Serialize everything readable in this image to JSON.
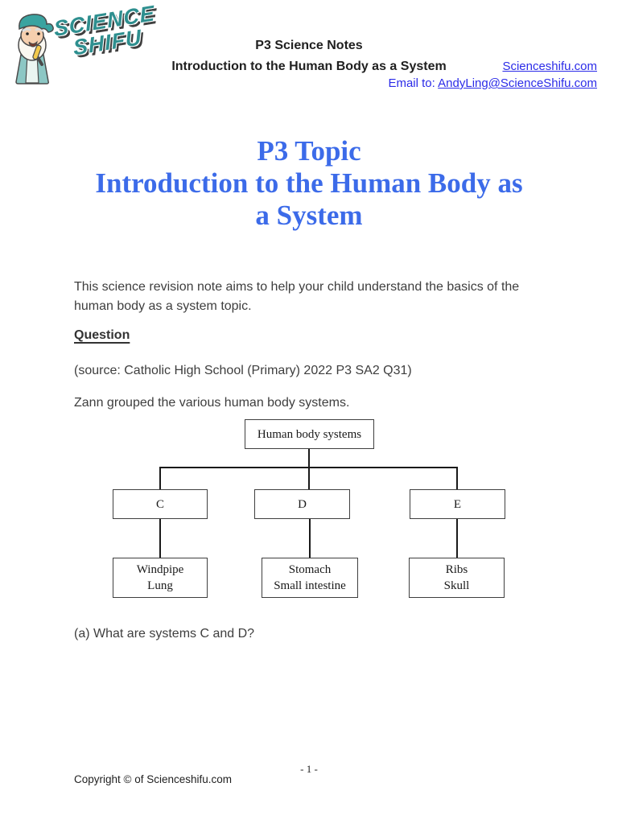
{
  "logo": {
    "brand_line1": "SCIENCE",
    "brand_line2": "SHIFU",
    "teal_color": "#2E8F8F",
    "mascot": "science-shifu-old-man-with-test-tube"
  },
  "header": {
    "title_line1": "P3 Science Notes",
    "title_line2": "Introduction to the Human Body as a System",
    "website_link": "Scienceshifu.com",
    "email_prefix": "Email to: ",
    "email_link": "AndyLing@ScienceShifu.com",
    "link_color": "#2B2BE8"
  },
  "title": {
    "line1": "P3 Topic",
    "line2": "Introduction to the Human Body as",
    "line3": "a System",
    "color": "#3C6BE9"
  },
  "content": {
    "intro_line1": "This science revision note aims to help your child understand the basics of the",
    "intro_line2": "human body as a system topic.",
    "question_heading": "Question",
    "source": "(source: Catholic High School (Primary) 2022 P3 SA2 Q31)",
    "statement": "Zann grouped the various human body systems.",
    "question_a": "(a) What are systems C and D?"
  },
  "diagram": {
    "root_label": "Human body systems",
    "nodes": [
      {
        "label": "C",
        "child_line1": "Windpipe",
        "child_line2": "Lung"
      },
      {
        "label": "D",
        "child_line1": "Stomach",
        "child_line2": "Small intestine"
      },
      {
        "label": "E",
        "child_line1": "Ribs",
        "child_line2": "Skull"
      }
    ]
  },
  "footer": {
    "page_number": "- 1 -",
    "copyright": "Copyright © of Scienceshifu.com"
  }
}
